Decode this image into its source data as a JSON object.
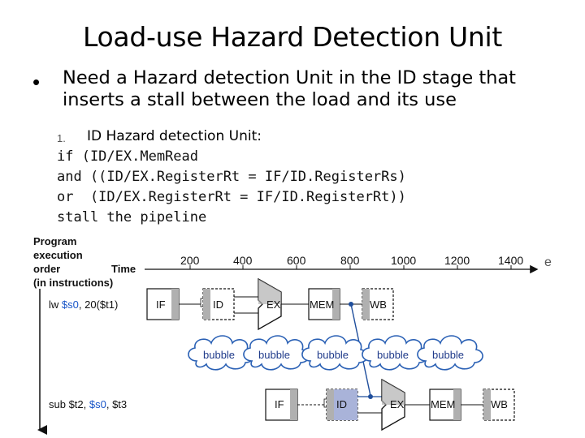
{
  "slide": {
    "title": "Load-use Hazard Detection Unit",
    "bullet": "Need a Hazard detection Unit in the ID stage that inserts a stall between the load and its use",
    "sub_number": "1.",
    "sub_heading": "ID Hazard detection Unit:",
    "code_lines": [
      "if (ID/EX.MemRead",
      "and ((ID/EX.RegisterRt = IF/ID.RegisterRs)",
      "or  (ID/EX.RegisterRt = IF/ID.RegisterRt))",
      "stall the pipeline"
    ]
  },
  "diagram": {
    "axis_label_lines": [
      "Program",
      "execution",
      "order",
      "(in instructions)"
    ],
    "time_label": "Time",
    "ticks": [
      "200",
      "400",
      "600",
      "800",
      "1000",
      "1200",
      "1400"
    ],
    "instr1": {
      "lw": "lw ",
      "reg1": "$s0",
      "rest": ", 20($t1)"
    },
    "instr2": {
      "sub": "sub $t2, ",
      "reg1": "$s0",
      "rest": ", $t3"
    },
    "stages": [
      "IF",
      "ID",
      "EX",
      "MEM",
      "WB"
    ],
    "bubble_text": "bubble",
    "colors": {
      "reg_blue": "#1a56c8",
      "wire_blue": "#1f4e9c",
      "id_highlight": "#a9b3d9",
      "bubble_outline": "#2b61b5"
    }
  }
}
